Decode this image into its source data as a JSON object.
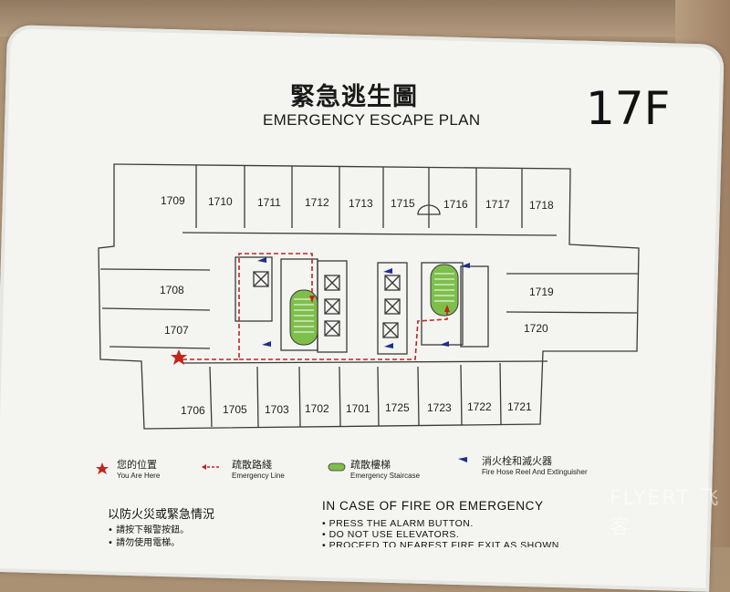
{
  "title_zh": "緊急逃生圖",
  "title_en": "EMERGENCY ESCAPE PLAN",
  "floor_label": "17F",
  "rooms": {
    "r1709": "1709",
    "r1710": "1710",
    "r1711": "1711",
    "r1712": "1712",
    "r1713": "1713",
    "r1715": "1715",
    "r1716": "1716",
    "r1717": "1717",
    "r1718": "1718",
    "r1708": "1708",
    "r1707": "1707",
    "r1719": "1719",
    "r1720": "1720",
    "r1706": "1706",
    "r1705": "1705",
    "r1703": "1703",
    "r1702": "1702",
    "r1701": "1701",
    "r1725": "1725",
    "r1723": "1723",
    "r1722": "1722",
    "r1721": "1721"
  },
  "legend": {
    "here_zh": "您的位置",
    "here_en": "You Are Here",
    "line_zh": "疏散路綫",
    "line_en": "Emergency Line",
    "stair_zh": "疏散樓梯",
    "stair_en": "Emergency Staircase",
    "hose_zh": "消火栓和滅火器",
    "hose_en": "Fire Hose Reel And Extinguisher"
  },
  "notice": {
    "zh_title": "以防火災或緊急情況",
    "zh_1": "請按下報警按鈕。",
    "zh_2": "請勿使用電梯。",
    "en_title": "IN CASE OF FIRE OR EMERGENCY",
    "en_1": "PRESS THE ALARM BUTTON.",
    "en_2": "DO NOT USE ELEVATORS.",
    "en_3": "PROCEED TO NEAREST FIRE EXIT AS SHOWN."
  },
  "colors": {
    "route": "#c0261c",
    "star": "#c0261c",
    "staircase": "#7dbf4a",
    "hose": "#1c2f8c",
    "wall": "#3a3a3a"
  },
  "watermark": "FLYERT 飞客"
}
